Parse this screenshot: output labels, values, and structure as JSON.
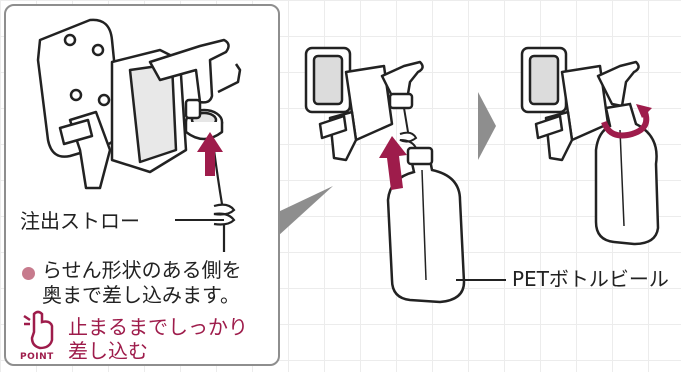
{
  "callout": {
    "label_straw": "注出ストロー",
    "bullet_line1": "らせん形状のある側を",
    "bullet_line2": "奥まで差し込みます。",
    "point_line1": "止まるまでしっかり",
    "point_line2": "差し込む",
    "point_word": "POINT"
  },
  "labels": {
    "bottle": "PETボトルビール"
  },
  "icons": {
    "arrow_insert": "insert-arrow-icon",
    "arrow_step": "next-step-arrow-icon",
    "rotate": "rotate-arrow-icon",
    "point": "pointing-hand-icon"
  },
  "colors": {
    "accent": "#9e1c4b",
    "bullet": "#c77b8d",
    "arrow_gray": "#8e8e8e"
  }
}
